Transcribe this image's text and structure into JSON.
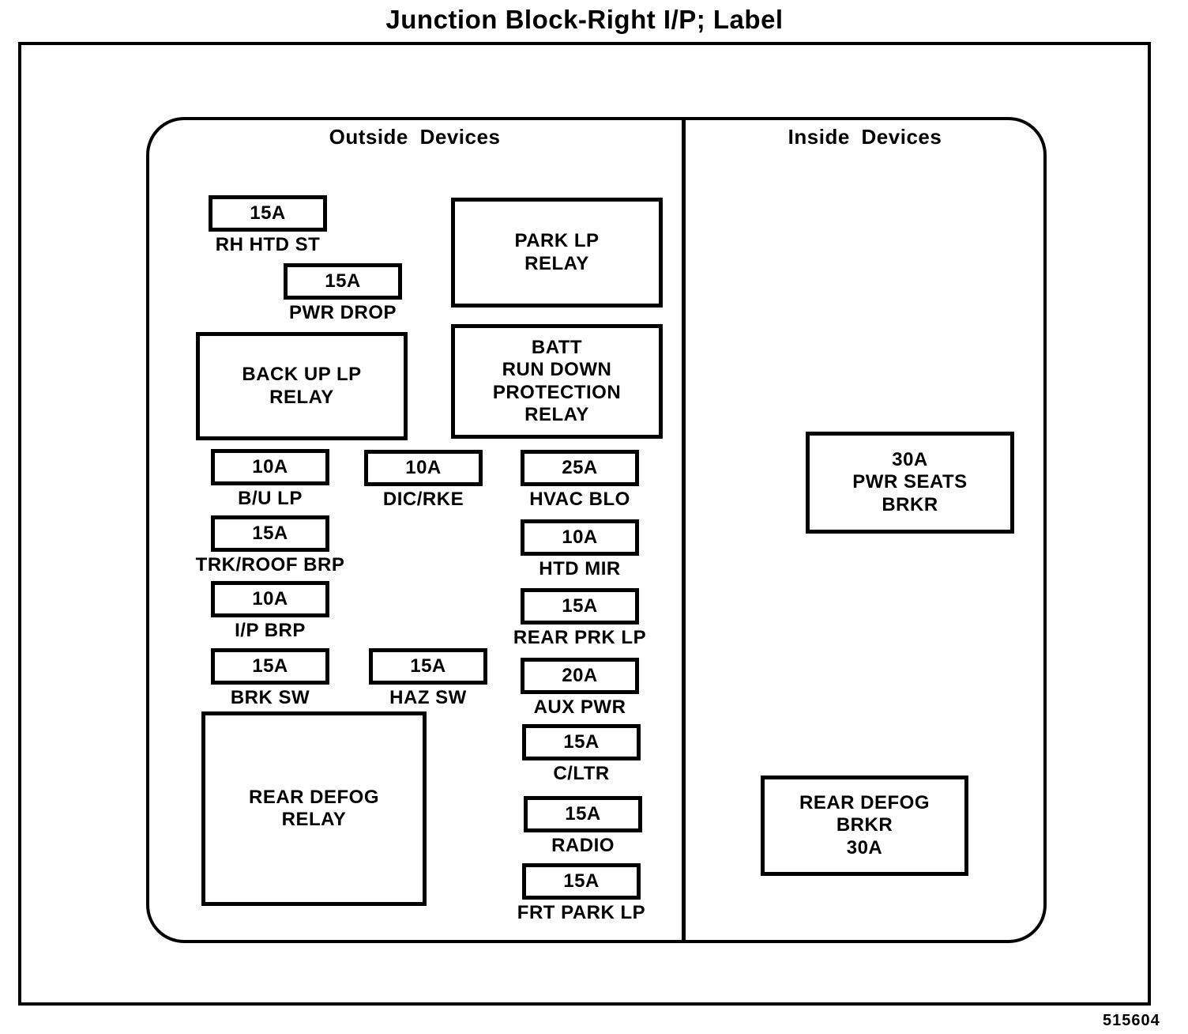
{
  "title": "Junction Block-Right I/P; Label",
  "doc_number": "515604",
  "sections": {
    "outside_label": "Outside Devices",
    "inside_label": "Inside Devices"
  },
  "outside": {
    "rh_htd_st": {
      "amp": "15A",
      "label": "RH HTD ST"
    },
    "pwr_drop": {
      "amp": "15A",
      "label": "PWR DROP"
    },
    "park_lp_relay": {
      "label": "PARK LP\nRELAY"
    },
    "back_up_lp_relay": {
      "label": "BACK UP LP\nRELAY"
    },
    "batt_run_down_relay": {
      "label": "BATT\nRUN DOWN\nPROTECTION\nRELAY"
    },
    "b_u_lp": {
      "amp": "10A",
      "label": "B/U LP"
    },
    "dic_rke": {
      "amp": "10A",
      "label": "DIC/RKE"
    },
    "hvac_blo": {
      "amp": "25A",
      "label": "HVAC BLO"
    },
    "trk_roof_brp": {
      "amp": "15A",
      "label": "TRK/ROOF BRP"
    },
    "htd_mir": {
      "amp": "10A",
      "label": "HTD MIR"
    },
    "ip_brp": {
      "amp": "10A",
      "label": "I/P BRP"
    },
    "rear_prk_lp": {
      "amp": "15A",
      "label": "REAR PRK LP"
    },
    "brk_sw": {
      "amp": "15A",
      "label": "BRK SW"
    },
    "haz_sw": {
      "amp": "15A",
      "label": "HAZ SW"
    },
    "aux_pwr": {
      "amp": "20A",
      "label": "AUX PWR"
    },
    "c_ltr": {
      "amp": "15A",
      "label": "C/LTR"
    },
    "rear_defog_relay": {
      "label": "REAR DEFOG\nRELAY"
    },
    "radio": {
      "amp": "15A",
      "label": "RADIO"
    },
    "frt_park_lp": {
      "amp": "15A",
      "label": "FRT PARK LP"
    }
  },
  "inside": {
    "pwr_seats_brkr": {
      "label": "30A\nPWR SEATS\nBRKR"
    },
    "rear_defog_brkr": {
      "label": "REAR DEFOG\nBRKR\n30A"
    }
  }
}
